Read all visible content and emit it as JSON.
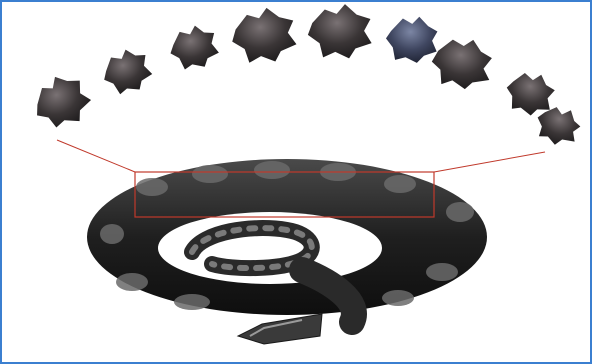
{
  "figure": {
    "vertebrae": [
      {
        "id": "vertebra-1"
      },
      {
        "id": "vertebra-2"
      },
      {
        "id": "vertebra-3"
      },
      {
        "id": "vertebra-4"
      },
      {
        "id": "vertebra-5"
      },
      {
        "id": "vertebra-6"
      },
      {
        "id": "vertebra-7"
      },
      {
        "id": "vertebra-8"
      },
      {
        "id": "vertebra-9"
      }
    ],
    "colors": {
      "frame_border": "#3b7fd0",
      "highlight_box": "#c0392b",
      "snake_body": "#262626",
      "snake_patch": "#6a6a6a",
      "bone_dark": "#2f2b2c",
      "bone_light": "#6b6467",
      "bone_blue": "#4a5470"
    }
  }
}
